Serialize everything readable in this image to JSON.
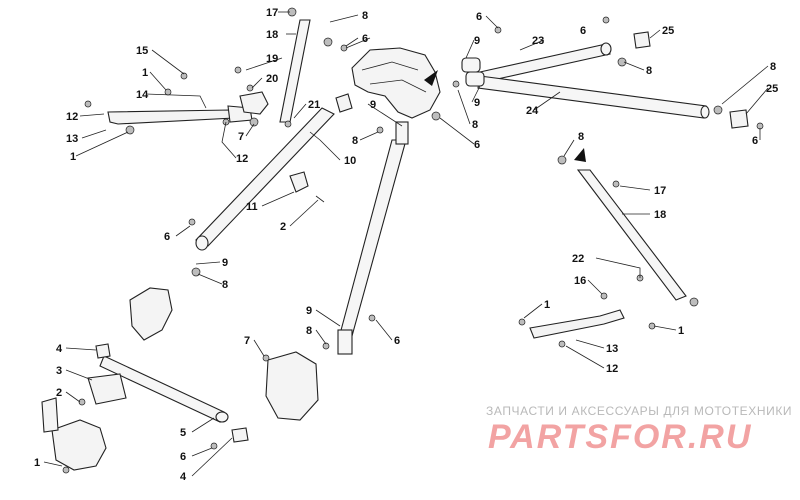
{
  "watermark": {
    "caption": "ЗАПЧАСТИ И АКСЕССУАРЫ ДЛЯ МОТОТЕХНИКИ",
    "logo": "PARTSFOR.RU"
  },
  "callouts": [
    "17",
    "8",
    "18",
    "6",
    "19",
    "20",
    "15",
    "1",
    "14",
    "12",
    "13",
    "21",
    "7",
    "12",
    "1",
    "6",
    "9",
    "23",
    "6",
    "25",
    "8",
    "9",
    "8",
    "24",
    "8",
    "25",
    "6",
    "9",
    "8",
    "6",
    "10",
    "11",
    "2",
    "6",
    "9",
    "8",
    "8",
    "17",
    "18",
    "22",
    "16",
    "1",
    "1",
    "13",
    "12",
    "9",
    "8",
    "6",
    "7",
    "4",
    "3",
    "2",
    "4",
    "1",
    "6",
    "5"
  ]
}
